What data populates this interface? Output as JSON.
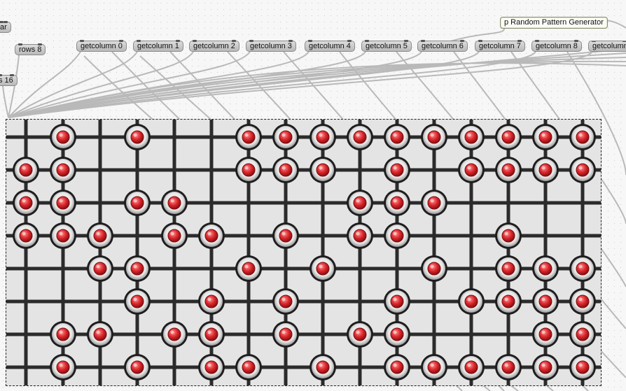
{
  "objects": {
    "top_left_label": "ar",
    "rows": "rows 8",
    "columns": "s 16",
    "columns_getters": [
      "getcolumn 0",
      "getcolumn 1",
      "getcolumn 2",
      "getcolumn 3",
      "getcolumn 4",
      "getcolumn 5",
      "getcolumn 6",
      "getcolumn 7",
      "getcolumn 8",
      "getcolumn"
    ],
    "generator": "p Random Pattern Generator"
  },
  "matrix": {
    "rows": 8,
    "columns": 16,
    "cells": [
      [
        0,
        1,
        0,
        1,
        0,
        0,
        1,
        1,
        1,
        1,
        1,
        1,
        1,
        1,
        1,
        1
      ],
      [
        1,
        1,
        0,
        0,
        0,
        0,
        1,
        1,
        1,
        0,
        1,
        0,
        1,
        1,
        1,
        1
      ],
      [
        1,
        1,
        0,
        1,
        1,
        0,
        0,
        0,
        0,
        1,
        1,
        1,
        0,
        0,
        0,
        0
      ],
      [
        1,
        1,
        1,
        0,
        1,
        1,
        0,
        1,
        0,
        1,
        1,
        0,
        0,
        1,
        0,
        0
      ],
      [
        0,
        0,
        1,
        1,
        0,
        0,
        1,
        0,
        1,
        0,
        0,
        1,
        0,
        1,
        1,
        1
      ],
      [
        0,
        0,
        0,
        1,
        0,
        1,
        0,
        1,
        0,
        0,
        1,
        0,
        1,
        1,
        1,
        1
      ],
      [
        0,
        1,
        1,
        0,
        1,
        1,
        0,
        1,
        0,
        1,
        1,
        0,
        0,
        0,
        1,
        1
      ],
      [
        0,
        1,
        0,
        1,
        0,
        1,
        1,
        0,
        1,
        0,
        1,
        1,
        1,
        1,
        1,
        1
      ]
    ]
  },
  "colors": {
    "led_on": "#d9262b",
    "grid_line": "#2b2b2b",
    "matrix_bg": "#e4e4e4",
    "wire": "#b9b9b9"
  }
}
